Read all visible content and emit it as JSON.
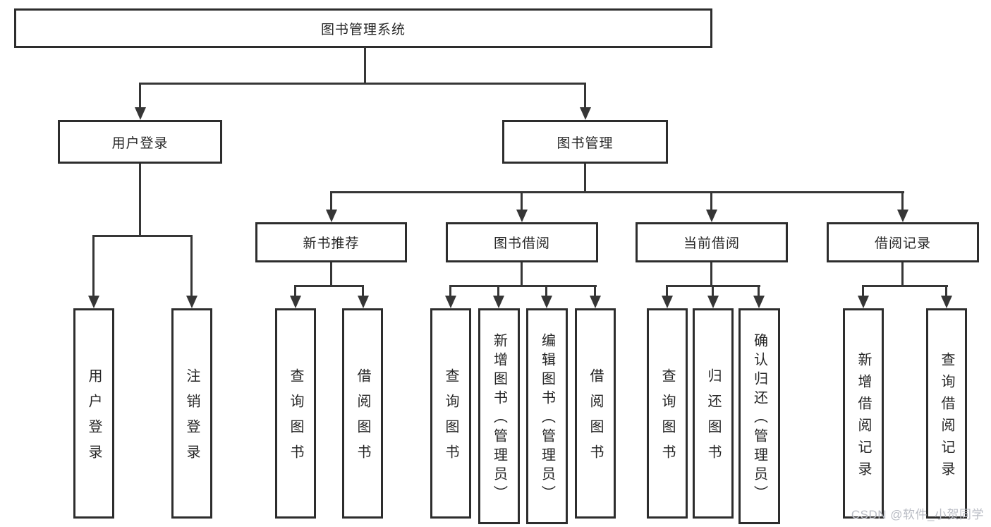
{
  "diagram": {
    "root": {
      "label": "图书管理系统"
    },
    "level2": [
      {
        "label": "用户登录"
      },
      {
        "label": "图书管理"
      }
    ],
    "level3": [
      {
        "label": "新书推荐"
      },
      {
        "label": "图书借阅"
      },
      {
        "label": "当前借阅"
      },
      {
        "label": "借阅记录"
      }
    ],
    "leaves": [
      {
        "label": "用户登录"
      },
      {
        "label": "注销登录"
      },
      {
        "label": "查询图书"
      },
      {
        "label": "借阅图书"
      },
      {
        "label": "查询图书"
      },
      {
        "label": "新增图书（管理员）"
      },
      {
        "label": "编辑图书（管理员）"
      },
      {
        "label": "借阅图书"
      },
      {
        "label": "查询图书"
      },
      {
        "label": "归还图书"
      },
      {
        "label": "确认归还（管理员）"
      },
      {
        "label": "新增借阅记录"
      },
      {
        "label": "查询借阅记录"
      }
    ],
    "colors": {
      "line": "#363636",
      "border": "#2d2d2d",
      "text": "#262626",
      "background": "#ffffff",
      "watermark": "#b9bcc4"
    }
  },
  "watermark": {
    "text": "CSDN @软件_小贺同学"
  }
}
